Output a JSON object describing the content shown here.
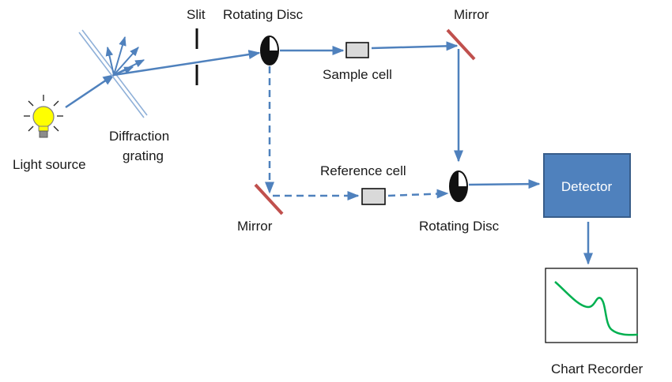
{
  "labels": {
    "slit": "Slit",
    "rotating_disc_top": "Rotating Disc",
    "mirror_top": "Mirror",
    "sample_cell": "Sample cell",
    "diffraction_line1": "Diffraction",
    "diffraction_line2": "grating",
    "light_source": "Light source",
    "reference_cell": "Reference cell",
    "mirror_bottom": "Mirror",
    "rotating_disc_bottom": "Rotating Disc",
    "detector": "Detector",
    "chart_recorder": "Chart Recorder"
  },
  "colors": {
    "beam": "#4f81bd",
    "mirror": "#c0504d",
    "detector_fill": "#4f81bd",
    "detector_border": "#385d8a",
    "cell_fill": "#d9d9d9",
    "bulb": "#ffff00",
    "chart_trace": "#00b050"
  },
  "icons": {
    "light_source": "light-bulb-icon",
    "grating": "diffraction-grating-icon",
    "disc": "rotating-disc-icon"
  }
}
